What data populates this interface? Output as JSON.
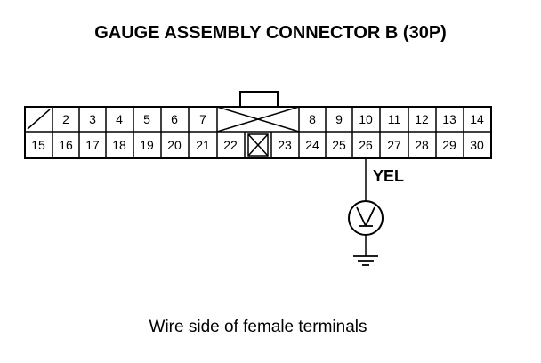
{
  "title": "GAUGE ASSEMBLY CONNECTOR B (30P)",
  "caption": "Wire side of female terminals",
  "wire": {
    "color_label": "YEL",
    "pin": "26"
  },
  "meter_icon": "voltmeter-icon",
  "ground_icon": "ground-icon",
  "connector": {
    "top_row": [
      "",
      "2",
      "3",
      "4",
      "5",
      "6",
      "7",
      "",
      "8",
      "9",
      "10",
      "11",
      "12",
      "13",
      "14"
    ],
    "bottom_row": [
      "15",
      "16",
      "17",
      "18",
      "19",
      "20",
      "21",
      "22",
      "",
      "23",
      "24",
      "25",
      "26",
      "27",
      "28",
      "29",
      "30"
    ]
  }
}
